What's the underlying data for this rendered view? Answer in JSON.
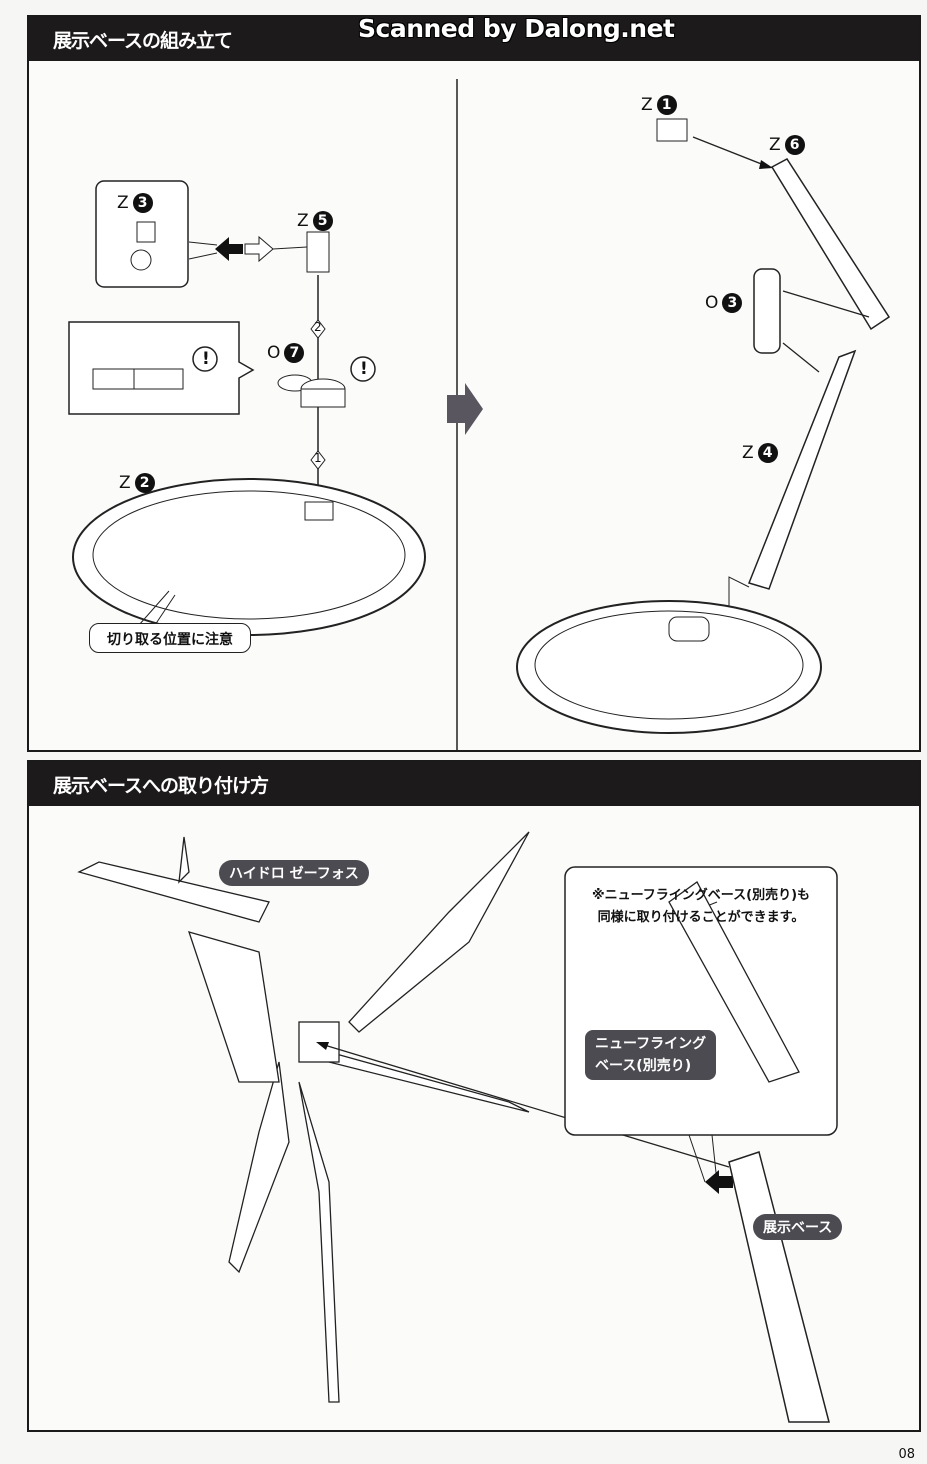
{
  "watermark": "Scanned by Dalong.net",
  "section1": {
    "title": "展示ベースの組み立て",
    "parts": [
      {
        "letter": "Z",
        "number": "3"
      },
      {
        "letter": "Z",
        "number": "5"
      },
      {
        "letter": "O",
        "number": "7"
      },
      {
        "letter": "Z",
        "number": "2"
      },
      {
        "letter": "Z",
        "number": "1"
      },
      {
        "letter": "Z",
        "number": "6"
      },
      {
        "letter": "O",
        "number": "3"
      },
      {
        "letter": "Z",
        "number": "4"
      }
    ],
    "steps": [
      "2",
      "1"
    ],
    "warning_icon": "!",
    "cut_caution": "切り取る位置に注意"
  },
  "section2": {
    "title": "展示ベースへの取り付け方",
    "figure_label": "ハイドロ ゼーフォス",
    "note_line1": "※ニューフライングベース(別売り)も",
    "note_line2": "同様に取り付けることができます。",
    "alt_base_line1": "ニューフライング",
    "alt_base_line2": "ベース(別売り)",
    "base_label": "展示ベース"
  },
  "page_number": "08"
}
